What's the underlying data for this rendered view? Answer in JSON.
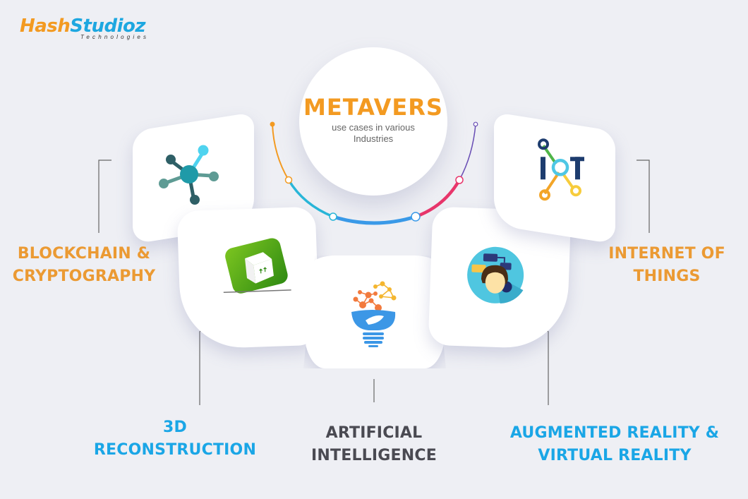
{
  "logo": {
    "brand_part1": "Hash",
    "brand_part2": "Studioz",
    "subtitle": "Technologies",
    "colors": {
      "hash": "#f39a21",
      "studioz": "#1da7e0"
    }
  },
  "center": {
    "title": "METAVERS",
    "subtitle_line1": "use cases in various",
    "subtitle_line2": "Industries",
    "title_color": "#f39a21"
  },
  "arc": {
    "segments": [
      {
        "color": "#f39a21",
        "position": "left-top"
      },
      {
        "color": "#29b6d8",
        "position": "left-bottom"
      },
      {
        "color": "#3a9ae8",
        "position": "bottom"
      },
      {
        "color": "#e8366b",
        "position": "right-bottom"
      },
      {
        "color": "#6a4fb5",
        "position": "right-top"
      }
    ]
  },
  "use_cases": [
    {
      "id": "blockchain",
      "line1": "BLOCKCHAIN &",
      "line2": "CRYPTOGRAPHY",
      "icon": "network-hub-icon",
      "color": "#eb9a33"
    },
    {
      "id": "3d",
      "line1": "3D",
      "line2": "RECONSTRUCTION",
      "icon": "green-box-icon",
      "color": "#1aa6e6"
    },
    {
      "id": "ai",
      "line1": "ARTIFICIAL",
      "line2": "INTELLIGENCE",
      "icon": "brain-lightbulb-icon",
      "color": "#4a4a52"
    },
    {
      "id": "arvr",
      "line1": "AUGMENTED REALITY &",
      "line2": "VIRTUAL REALITY",
      "icon": "person-thinking-icon",
      "color": "#1aa6e6"
    },
    {
      "id": "iot",
      "line1": "INTERNET OF",
      "line2": "THINGS",
      "icon": "iot-icon",
      "color": "#eb9a33"
    }
  ],
  "iot_icon": {
    "letter_i": "I",
    "letter_t": "T"
  }
}
